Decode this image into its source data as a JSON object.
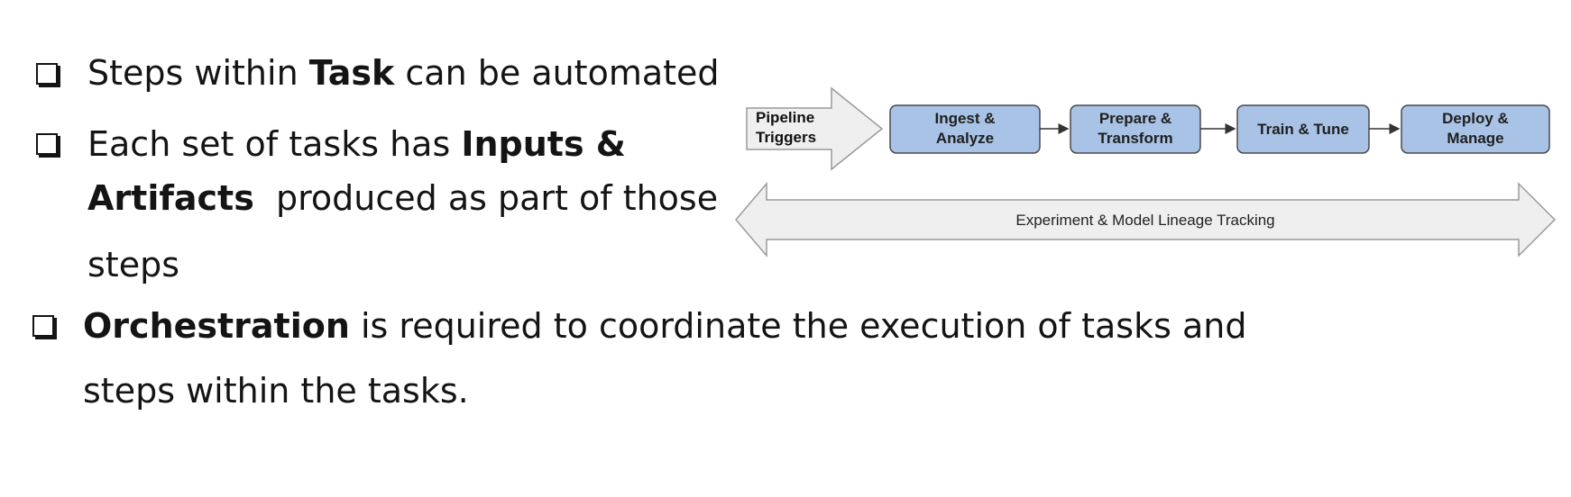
{
  "bullets": [
    {
      "lines": [
        [
          {
            "text": "Steps within ",
            "bold": false
          },
          {
            "text": "Task",
            "bold": true
          },
          {
            "text": " can be automated",
            "bold": false
          }
        ]
      ]
    },
    {
      "lines": [
        [
          {
            "text": "Each set of tasks has ",
            "bold": false
          },
          {
            "text": "Inputs &",
            "bold": true
          }
        ],
        [
          {
            "text": "Artifacts",
            "bold": true
          },
          {
            "text": "  produced as part of those",
            "bold": false
          }
        ],
        [
          {
            "text": "steps",
            "bold": false
          }
        ]
      ]
    },
    {
      "lines": [
        [
          {
            "text": "Orchestration",
            "bold": true
          },
          {
            "text": " is required to coordinate the execution of tasks and",
            "bold": false
          }
        ],
        [
          {
            "text": "steps within the tasks.",
            "bold": false
          }
        ]
      ]
    }
  ],
  "diagram": {
    "trigger": {
      "line1": "Pipeline",
      "line2": "Triggers"
    },
    "stages": [
      {
        "line1": "Ingest &",
        "line2": "Analyze"
      },
      {
        "line1": "Prepare &",
        "line2": "Transform"
      },
      {
        "line1": "Train & Tune",
        "line2": ""
      },
      {
        "line1": "Deploy &",
        "line2": "Manage"
      }
    ],
    "lineage_label": "Experiment & Model Lineage Tracking",
    "colors": {
      "stage_fill": "#a8c3e6",
      "stage_stroke": "#4a4a4a",
      "arrow_fill": "#efefef",
      "arrow_stroke": "#9a9a9a"
    }
  }
}
